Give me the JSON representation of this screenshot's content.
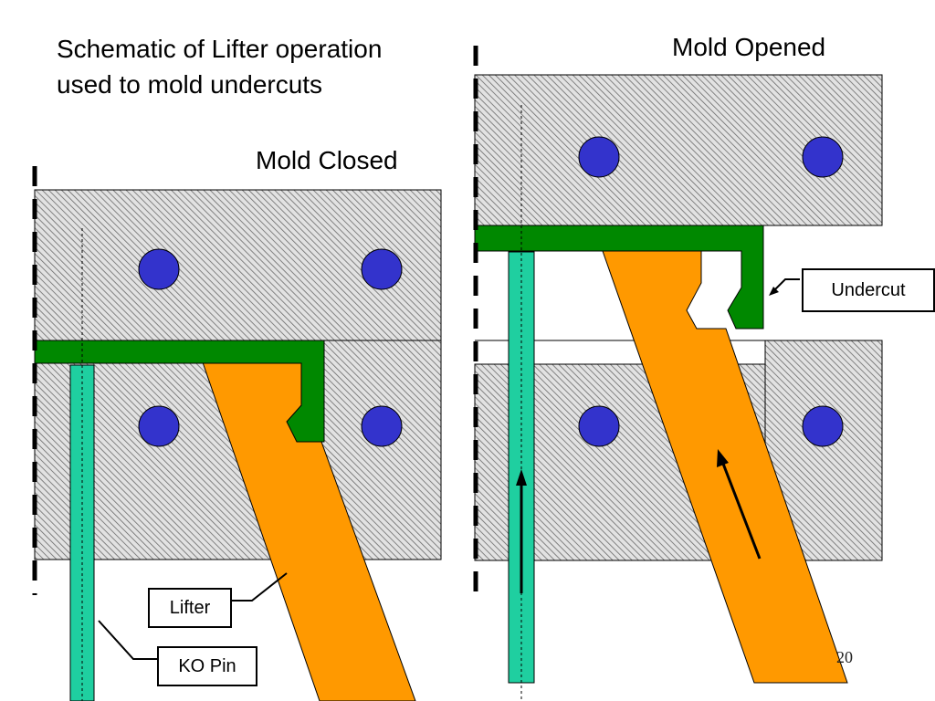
{
  "slide": {
    "title": "Schematic of Lifter operation used to mold undercuts",
    "page_number": "20"
  },
  "panels": {
    "closed": {
      "heading": "Mold Closed"
    },
    "opened": {
      "heading": "Mold Opened"
    }
  },
  "callouts": {
    "undercut": "Undercut",
    "lifter": "Lifter",
    "ko_pin": "KO Pin"
  },
  "colors": {
    "mold_plate_hatch": "#bdbdbd",
    "bolt": "#3333cc",
    "core_insert": "#008800",
    "lifter": "#ff9900",
    "ko_pin": "#1fcfa0",
    "outline": "#000000"
  }
}
